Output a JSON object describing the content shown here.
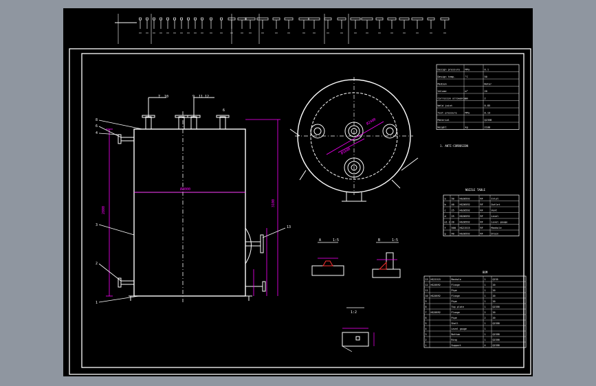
{
  "colors": {
    "background": "#8f96a0",
    "sheet": "#000000",
    "frame": "#ffffff",
    "dimension": "#ff00ff",
    "cyan": "#00ffff",
    "green": "#00ff00",
    "red": "#ff3333",
    "yellow": "#ffff00"
  },
  "labels": {
    "detail_a": "A",
    "detail_b": "B",
    "scale_top": "1:5",
    "scale_bottom": "1:2",
    "section_title": "NOZZLE TABLE",
    "bom_title": "BOM",
    "note": "1. ANTI-CORROSION"
  },
  "balloons": {
    "left": [
      "8",
      "6",
      "4",
      "3",
      "2",
      "1"
    ],
    "top": [
      "7",
      "10",
      "9",
      "11",
      "12",
      "6"
    ],
    "right": [
      "13"
    ]
  },
  "nozzle_table": {
    "rows": [
      [
        "a",
        "50",
        "HG20592",
        "RF",
        "Inlet"
      ],
      [
        "b",
        "40",
        "HG20592",
        "RF",
        "Outlet"
      ],
      [
        "c",
        "25",
        "HG20592",
        "RF",
        "Vent"
      ],
      [
        "d",
        "25",
        "HG20592",
        "RF",
        "Level"
      ],
      [
        "e1-2",
        "20",
        "HG20592",
        "RF",
        "Level gauge"
      ],
      [
        "f",
        "500",
        "HG21515",
        "RF",
        "Manhole"
      ],
      [
        "g",
        "40",
        "HG20592",
        "RF",
        "Drain"
      ]
    ]
  },
  "bom_table": {
    "rows": [
      [
        "13",
        "HG21515",
        "Manhole",
        "1",
        "Q235"
      ],
      [
        "12",
        "HG20592",
        "Flange",
        "1",
        "20"
      ],
      [
        "11",
        "",
        "Pipe",
        "1",
        "20"
      ],
      [
        "10",
        "HG20592",
        "Flange",
        "1",
        "20"
      ],
      [
        "9",
        "",
        "Pipe",
        "1",
        "20"
      ],
      [
        "8",
        "",
        "Top plate",
        "1",
        "Q235B"
      ],
      [
        "7",
        "HG20592",
        "Flange",
        "2",
        "20"
      ],
      [
        "6",
        "",
        "Pipe",
        "2",
        "20"
      ],
      [
        "5",
        "",
        "Shell",
        "1",
        "Q235B"
      ],
      [
        "4",
        "",
        "Level gauge",
        "1",
        ""
      ],
      [
        "3",
        "",
        "Bottom",
        "1",
        "Q235B"
      ],
      [
        "2",
        "",
        "Ring",
        "1",
        "Q235B"
      ],
      [
        "1",
        "",
        "Support",
        "4",
        "Q235B"
      ]
    ]
  },
  "spec_table": {
    "rows": [
      [
        "Design pressure",
        "MPa",
        "0.1"
      ],
      [
        "Design temp.",
        "°C",
        "50"
      ],
      [
        "Medium",
        "",
        "Water"
      ],
      [
        "Volume",
        "m³",
        "20"
      ],
      [
        "Corrosion allowance",
        "mm",
        "2"
      ],
      [
        "Weld joint",
        "",
        "0.85"
      ],
      [
        "Test pressure",
        "MPa",
        "0.13"
      ],
      [
        "Material",
        "",
        "Q235B"
      ],
      [
        "Weight",
        "kg",
        "2100"
      ]
    ]
  }
}
